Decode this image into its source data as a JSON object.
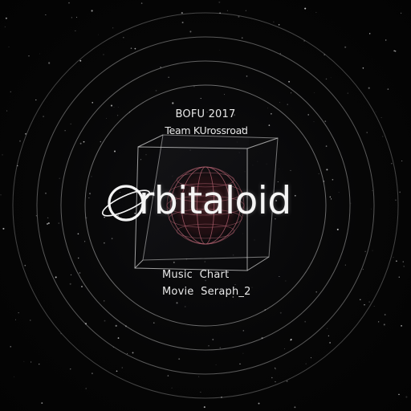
{
  "event": "BOFU 2017",
  "team": "Team KUrossroad",
  "title": {
    "first_letter": "O",
    "rest": "rbitaloid",
    "full": "Orbitaloid"
  },
  "credits": {
    "line1": "Music  Chart",
    "line2": "Movie  Seraph_2"
  },
  "colors": {
    "background": "#050505",
    "text": "#e8e8e8",
    "rings": "#bcbcbc",
    "cube_edges": "#d0d0d0",
    "sphere": "#b06070"
  }
}
